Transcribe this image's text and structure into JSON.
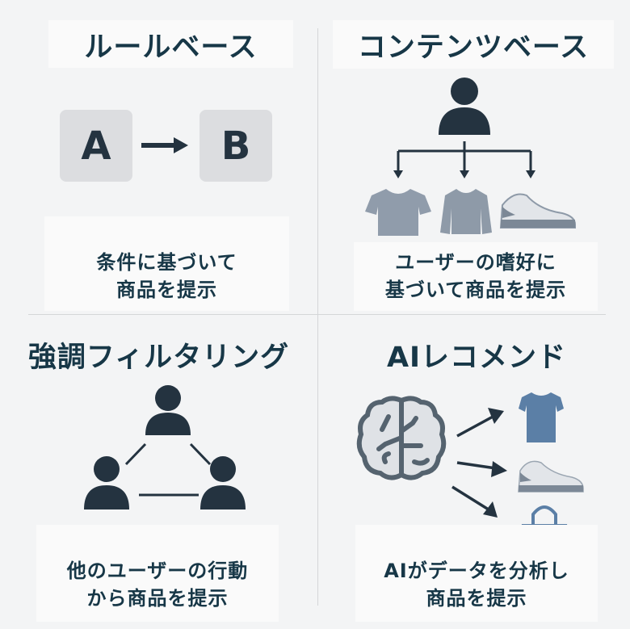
{
  "quadrants": [
    {
      "title": "ルールベース",
      "caption_lines": [
        "条件に基づいて",
        "商品を提示"
      ],
      "rule": {
        "from": "A",
        "to": "B"
      },
      "icon": "rule-arrow-icon"
    },
    {
      "title": "コンテンツベース",
      "caption_lines": [
        "ユーザーの嗜好に",
        "基づいて商品を提示"
      ],
      "icon": "user-tree-icon"
    },
    {
      "title": "強調フィルタリング",
      "caption_lines": [
        "他のユーザーの行動",
        "から商品を提示"
      ],
      "icon": "user-network-icon"
    },
    {
      "title": "AIレコメンド",
      "caption_lines": [
        "AIがデータを分析し",
        "商品を提示"
      ],
      "icon": "brain-icon"
    }
  ],
  "colors": {
    "text": "#173747",
    "icon_dark": "#243340",
    "product_gray": "#8e9aa8",
    "product_blue": "#5b7fa6"
  }
}
